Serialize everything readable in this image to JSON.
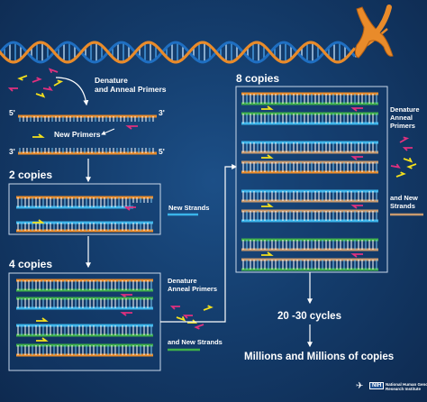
{
  "steps": {
    "denature_anneal": "Denature\nand Anneal Primers",
    "new_primers": "New Primers",
    "end_5_left": "5'",
    "end_3_right": "3'",
    "end_3_left": "3'",
    "end_5_right": "5'"
  },
  "panels": {
    "two_copies": "2 copies",
    "four_copies": "4 copies",
    "eight_copies": "8 copies"
  },
  "legends": {
    "new_strands": "New Strands",
    "denature_anneal_primers_2": "Denature\nAnneal Primers",
    "and_new_strands_2": "and New Strands",
    "denature_anneal_primers_3": "Denature\nAnneal\nPrimers",
    "and_new_strands_3": "and New\nStrands"
  },
  "results": {
    "cycles": "20 -30 cycles",
    "millions": "Millions and Millions of copies"
  },
  "logos": {
    "nih": "NIH",
    "nhgri": "National Human Genome\nResearch Institute"
  },
  "colors": {
    "background": "#143d6d",
    "orange_strand": "#e98b2a",
    "blue_strand": "#3ab4ea",
    "green_strand": "#3fb04a",
    "tan_strand": "#c99a6e",
    "primer_pink": "#e0307e",
    "primer_yellow": "#f4e01c"
  }
}
